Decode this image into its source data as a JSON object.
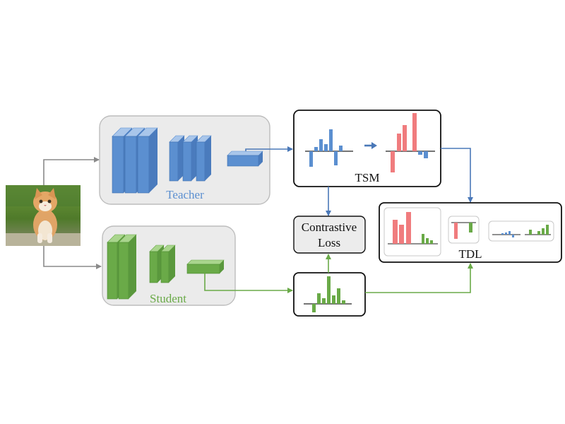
{
  "teacher": {
    "label": "Teacher"
  },
  "student": {
    "label": "Student"
  },
  "tsm": {
    "label": "TSM"
  },
  "contrastive": {
    "line1": "Contrastive",
    "line2": "Loss"
  },
  "tdl": {
    "label": "TDL"
  },
  "colors": {
    "teacher": "#5b8fd0",
    "student": "#6aaa48",
    "softened": "#f07c7e",
    "panel": "#ebebeb",
    "panel_border": "#bdbdbd",
    "arrow_gray": "#8a8a8a"
  },
  "icons": {
    "input_image": "kitten-photo",
    "arrow": "right-arrow-icon"
  }
}
